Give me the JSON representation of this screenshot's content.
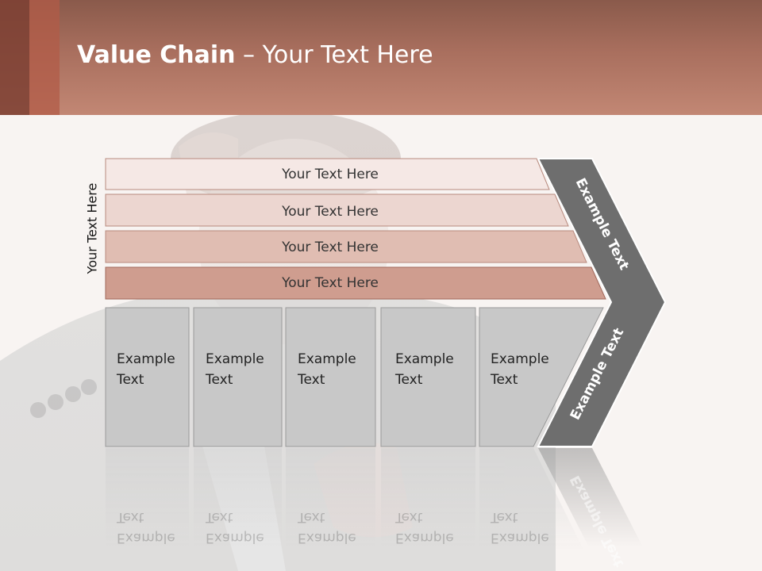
{
  "title": {
    "bold": "Value Chain",
    "rest": " – Your Text Here"
  },
  "side_label": "Your Text Here",
  "bars": [
    {
      "label": "Your Text Here",
      "color": "#f5e8e5"
    },
    {
      "label": "Your Text Here",
      "color": "#ecd6d0"
    },
    {
      "label": "Your Text Here",
      "color": "#e0bdb2"
    },
    {
      "label": "Your Text Here",
      "color": "#cf9d8f"
    }
  ],
  "cells": [
    {
      "line1": "Example",
      "line2": "Text"
    },
    {
      "line1": "Example",
      "line2": "Text"
    },
    {
      "line1": "Example",
      "line2": "Text"
    },
    {
      "line1": "Example",
      "line2": "Text"
    },
    {
      "line1": "Example",
      "line2": "Text"
    }
  ],
  "chevron": {
    "upper_label": "Example Text",
    "lower_label": "Example Text",
    "color": "#6e6e6e"
  },
  "colors": {
    "header": "#b27a68",
    "cell": "#c8c8c8",
    "cell_border": "#9a9a9a"
  }
}
